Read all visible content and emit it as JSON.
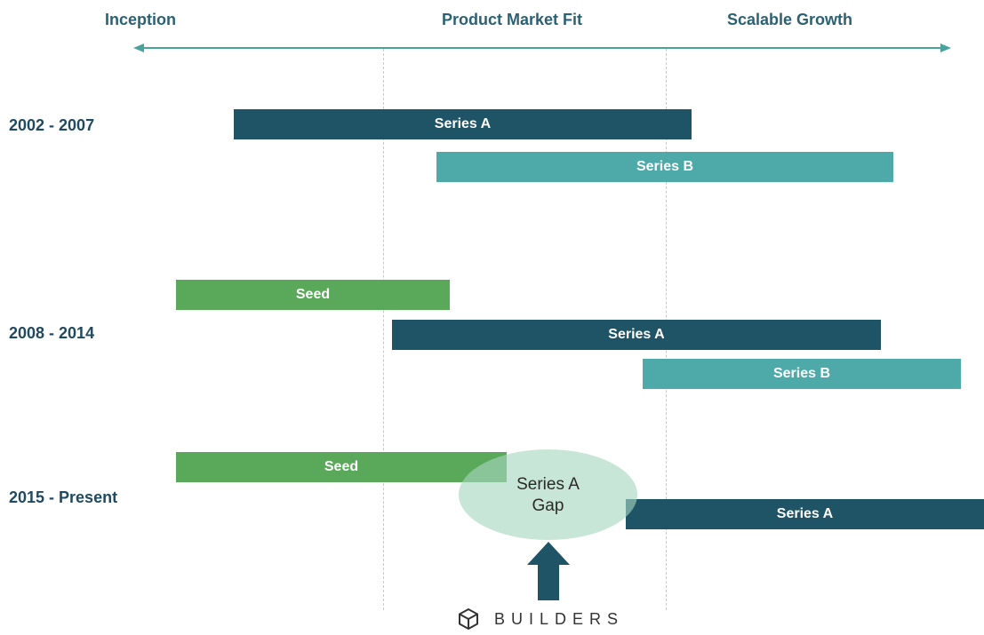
{
  "stages": {
    "inception": "Inception",
    "product_market_fit": "Product Market Fit",
    "scalable_growth": "Scalable Growth"
  },
  "eras": [
    {
      "label": "2002 - 2007",
      "bars": [
        {
          "label": "Series A",
          "kind": "series-a"
        },
        {
          "label": "Series B",
          "kind": "series-b"
        }
      ]
    },
    {
      "label": "2008 - 2014",
      "bars": [
        {
          "label": "Seed",
          "kind": "seed"
        },
        {
          "label": "Series A",
          "kind": "series-a"
        },
        {
          "label": "Series B",
          "kind": "series-b"
        }
      ]
    },
    {
      "label": "2015 - Present",
      "bars": [
        {
          "label": "Seed",
          "kind": "seed"
        },
        {
          "label": "Series A",
          "kind": "series-a"
        }
      ]
    }
  ],
  "gap": {
    "line1": "Series A",
    "line2": "Gap"
  },
  "brand": {
    "name": "BUILDERS",
    "icon": "cube-icon"
  },
  "colors": {
    "seed": "#5aa85a",
    "series_a": "#1f5366",
    "series_b": "#4eaaa8",
    "timeline": "#4aa39b",
    "labels": "#1f4a5f",
    "gap": "#a6d6be"
  }
}
